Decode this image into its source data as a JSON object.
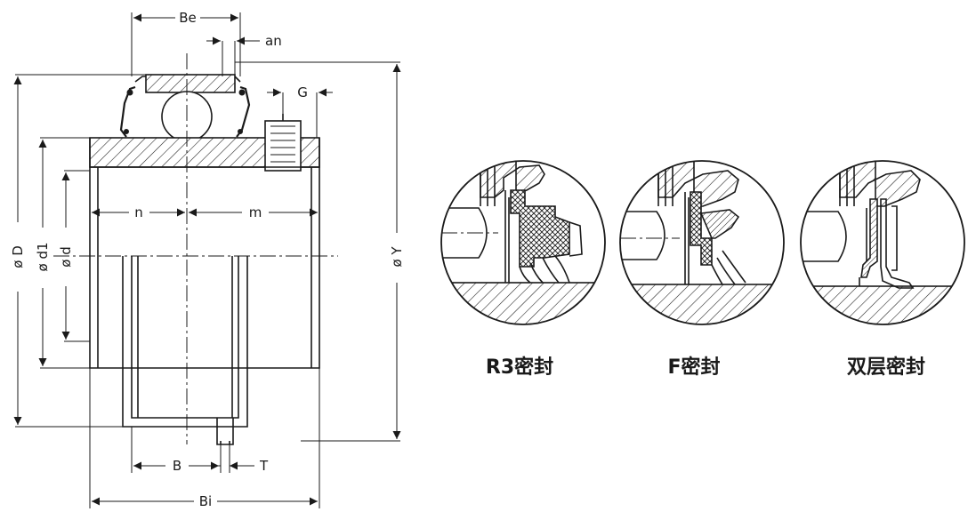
{
  "labels": {
    "be": "Be",
    "an": "an",
    "g": "G",
    "od": "ø D",
    "od1": "ø d1",
    "odd": "ø d",
    "oy": "ø Y",
    "n": "n",
    "m": "m",
    "b": "B",
    "t": "T",
    "bi": "Bi"
  },
  "captions": {
    "r3": "R3密封",
    "f": "F密封",
    "double": "双层密封"
  }
}
